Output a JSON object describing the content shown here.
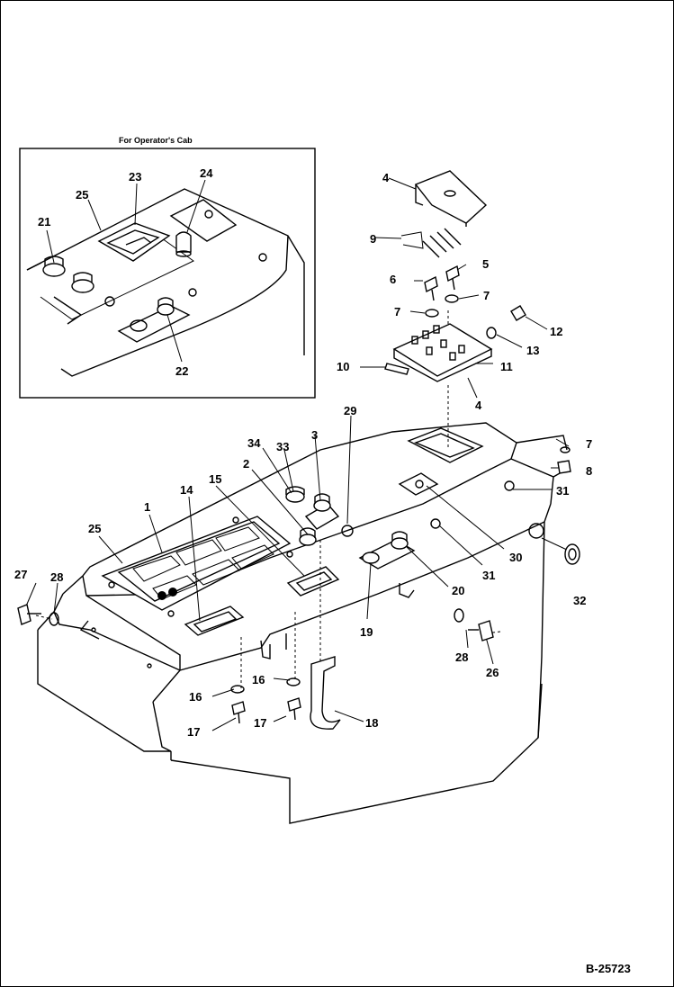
{
  "inset": {
    "title": "For Operator's Cab"
  },
  "drawing_code": "B-25723",
  "labels": {
    "p1": "1",
    "p2": "2",
    "p3": "3",
    "p4a": "4",
    "p4b": "4",
    "p5": "5",
    "p6": "6",
    "p7a": "7",
    "p7b": "7",
    "p7c": "7",
    "p8": "8",
    "p9": "9",
    "p10": "10",
    "p11": "11",
    "p12": "12",
    "p13": "13",
    "p14": "14",
    "p15": "15",
    "p16a": "16",
    "p16b": "16",
    "p17a": "17",
    "p17b": "17",
    "p18": "18",
    "p19": "19",
    "p20": "20",
    "p21": "21",
    "p22": "22",
    "p23": "23",
    "p24": "24",
    "p25a": "25",
    "p25b": "25",
    "p26": "26",
    "p27": "27",
    "p28a": "28",
    "p28b": "28",
    "p29": "29",
    "p30": "30",
    "p31a": "31",
    "p31b": "31",
    "p32": "32",
    "p33": "33",
    "p34": "34"
  }
}
